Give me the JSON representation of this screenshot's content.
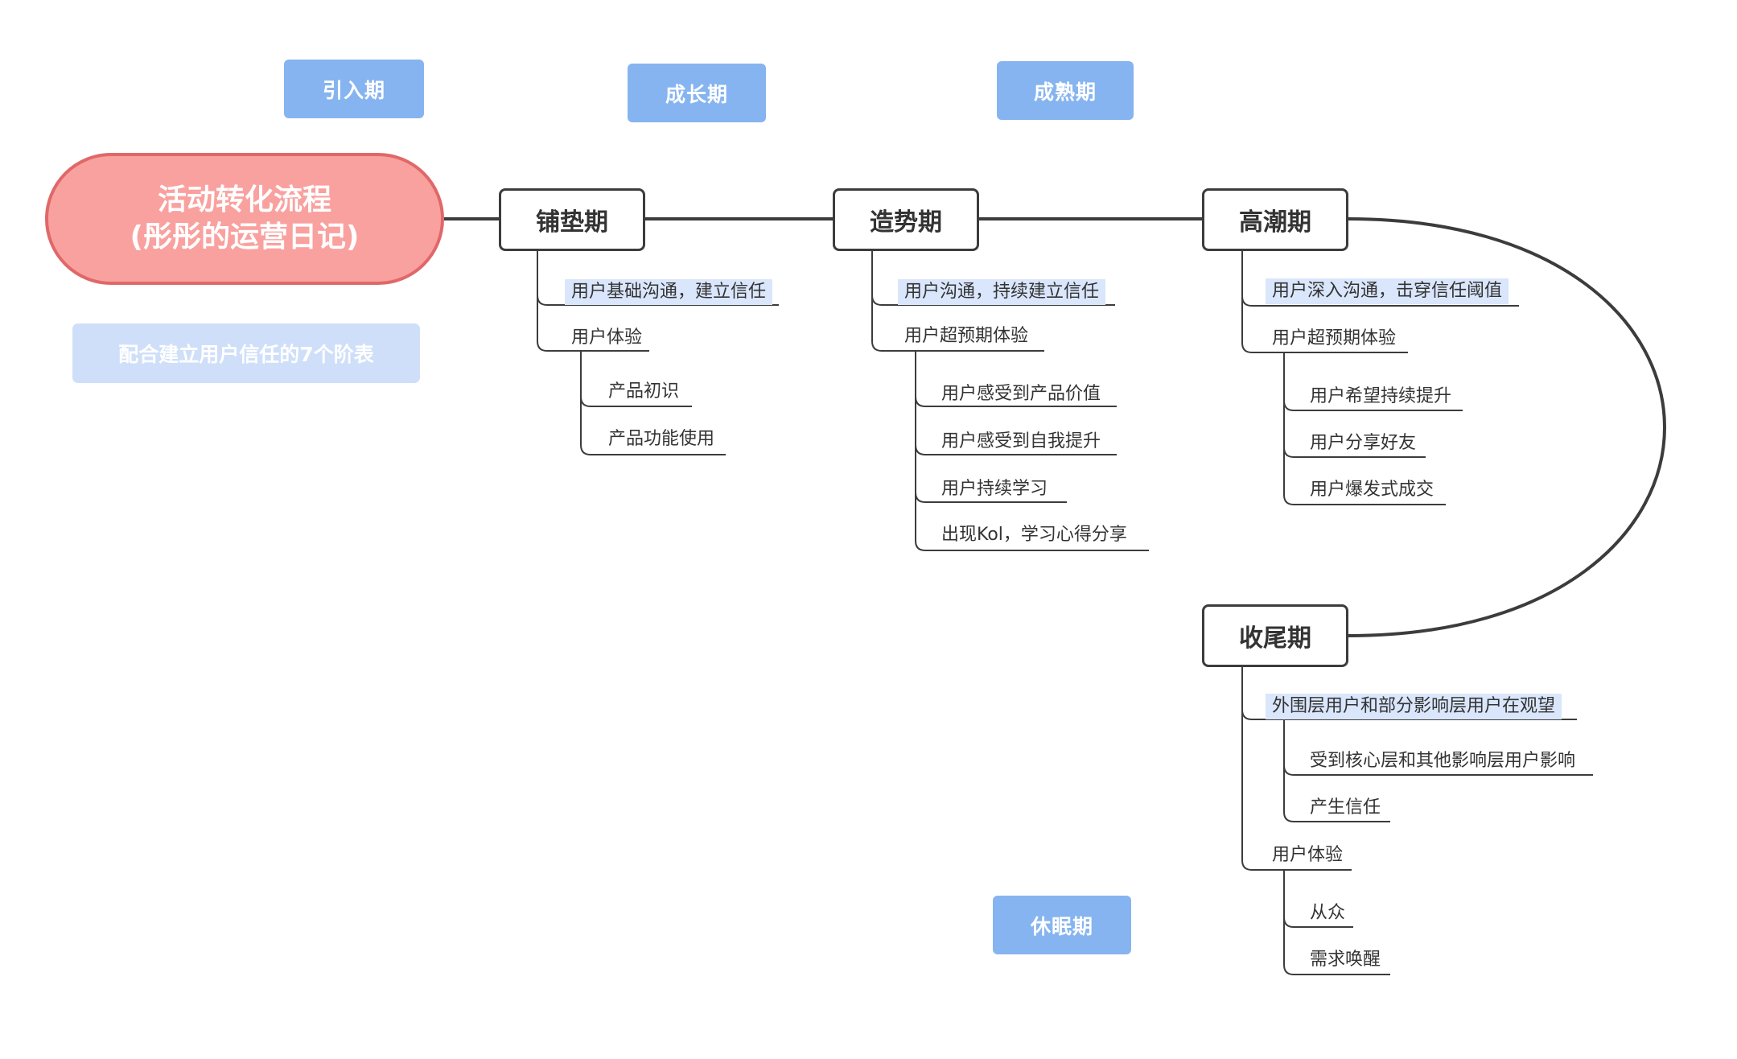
{
  "colors": {
    "root_fill": "#f9a19f",
    "root_border": "#e06868",
    "phase_fill": "#86b4f0",
    "note_fill": "#cfdff9",
    "highlight_fill": "#dae6fb",
    "line": "#3c3c3c"
  },
  "root": {
    "line1": "活动转化流程",
    "line2": "(彤彤的运营日记)"
  },
  "note": "配合建立用户信任的7个阶表",
  "phases": {
    "intro": "引入期",
    "growth": "成长期",
    "mature": "成熟期",
    "dormant": "休眠期"
  },
  "stages": {
    "pudian": {
      "title": "铺垫期",
      "items": [
        {
          "label": "用户基础沟通，建立信任",
          "children": []
        },
        {
          "label": "用户体验",
          "children": [
            "产品初识",
            "产品功能使用"
          ]
        }
      ]
    },
    "zaoshi": {
      "title": "造势期",
      "items": [
        {
          "label": "用户沟通，持续建立信任",
          "children": []
        },
        {
          "label": "用户超预期体验",
          "children": [
            "用户感受到产品价值",
            "用户感受到自我提升",
            "用户持续学习",
            "出现Kol，学习心得分享"
          ]
        }
      ]
    },
    "gaochao": {
      "title": "高潮期",
      "items": [
        {
          "label": "用户深入沟通，击穿信任阈值",
          "children": []
        },
        {
          "label": "用户超预期体验",
          "children": [
            "用户希望持续提升",
            "用户分享好友",
            "用户爆发式成交"
          ]
        }
      ]
    },
    "shouwei": {
      "title": "收尾期",
      "items": [
        {
          "label": "外围层用户和部分影响层用户在观望",
          "children": [
            "受到核心层和其他影响层用户影响",
            "产生信任"
          ]
        },
        {
          "label": "用户体验",
          "children": [
            "从众",
            "需求唤醒"
          ]
        }
      ]
    }
  }
}
